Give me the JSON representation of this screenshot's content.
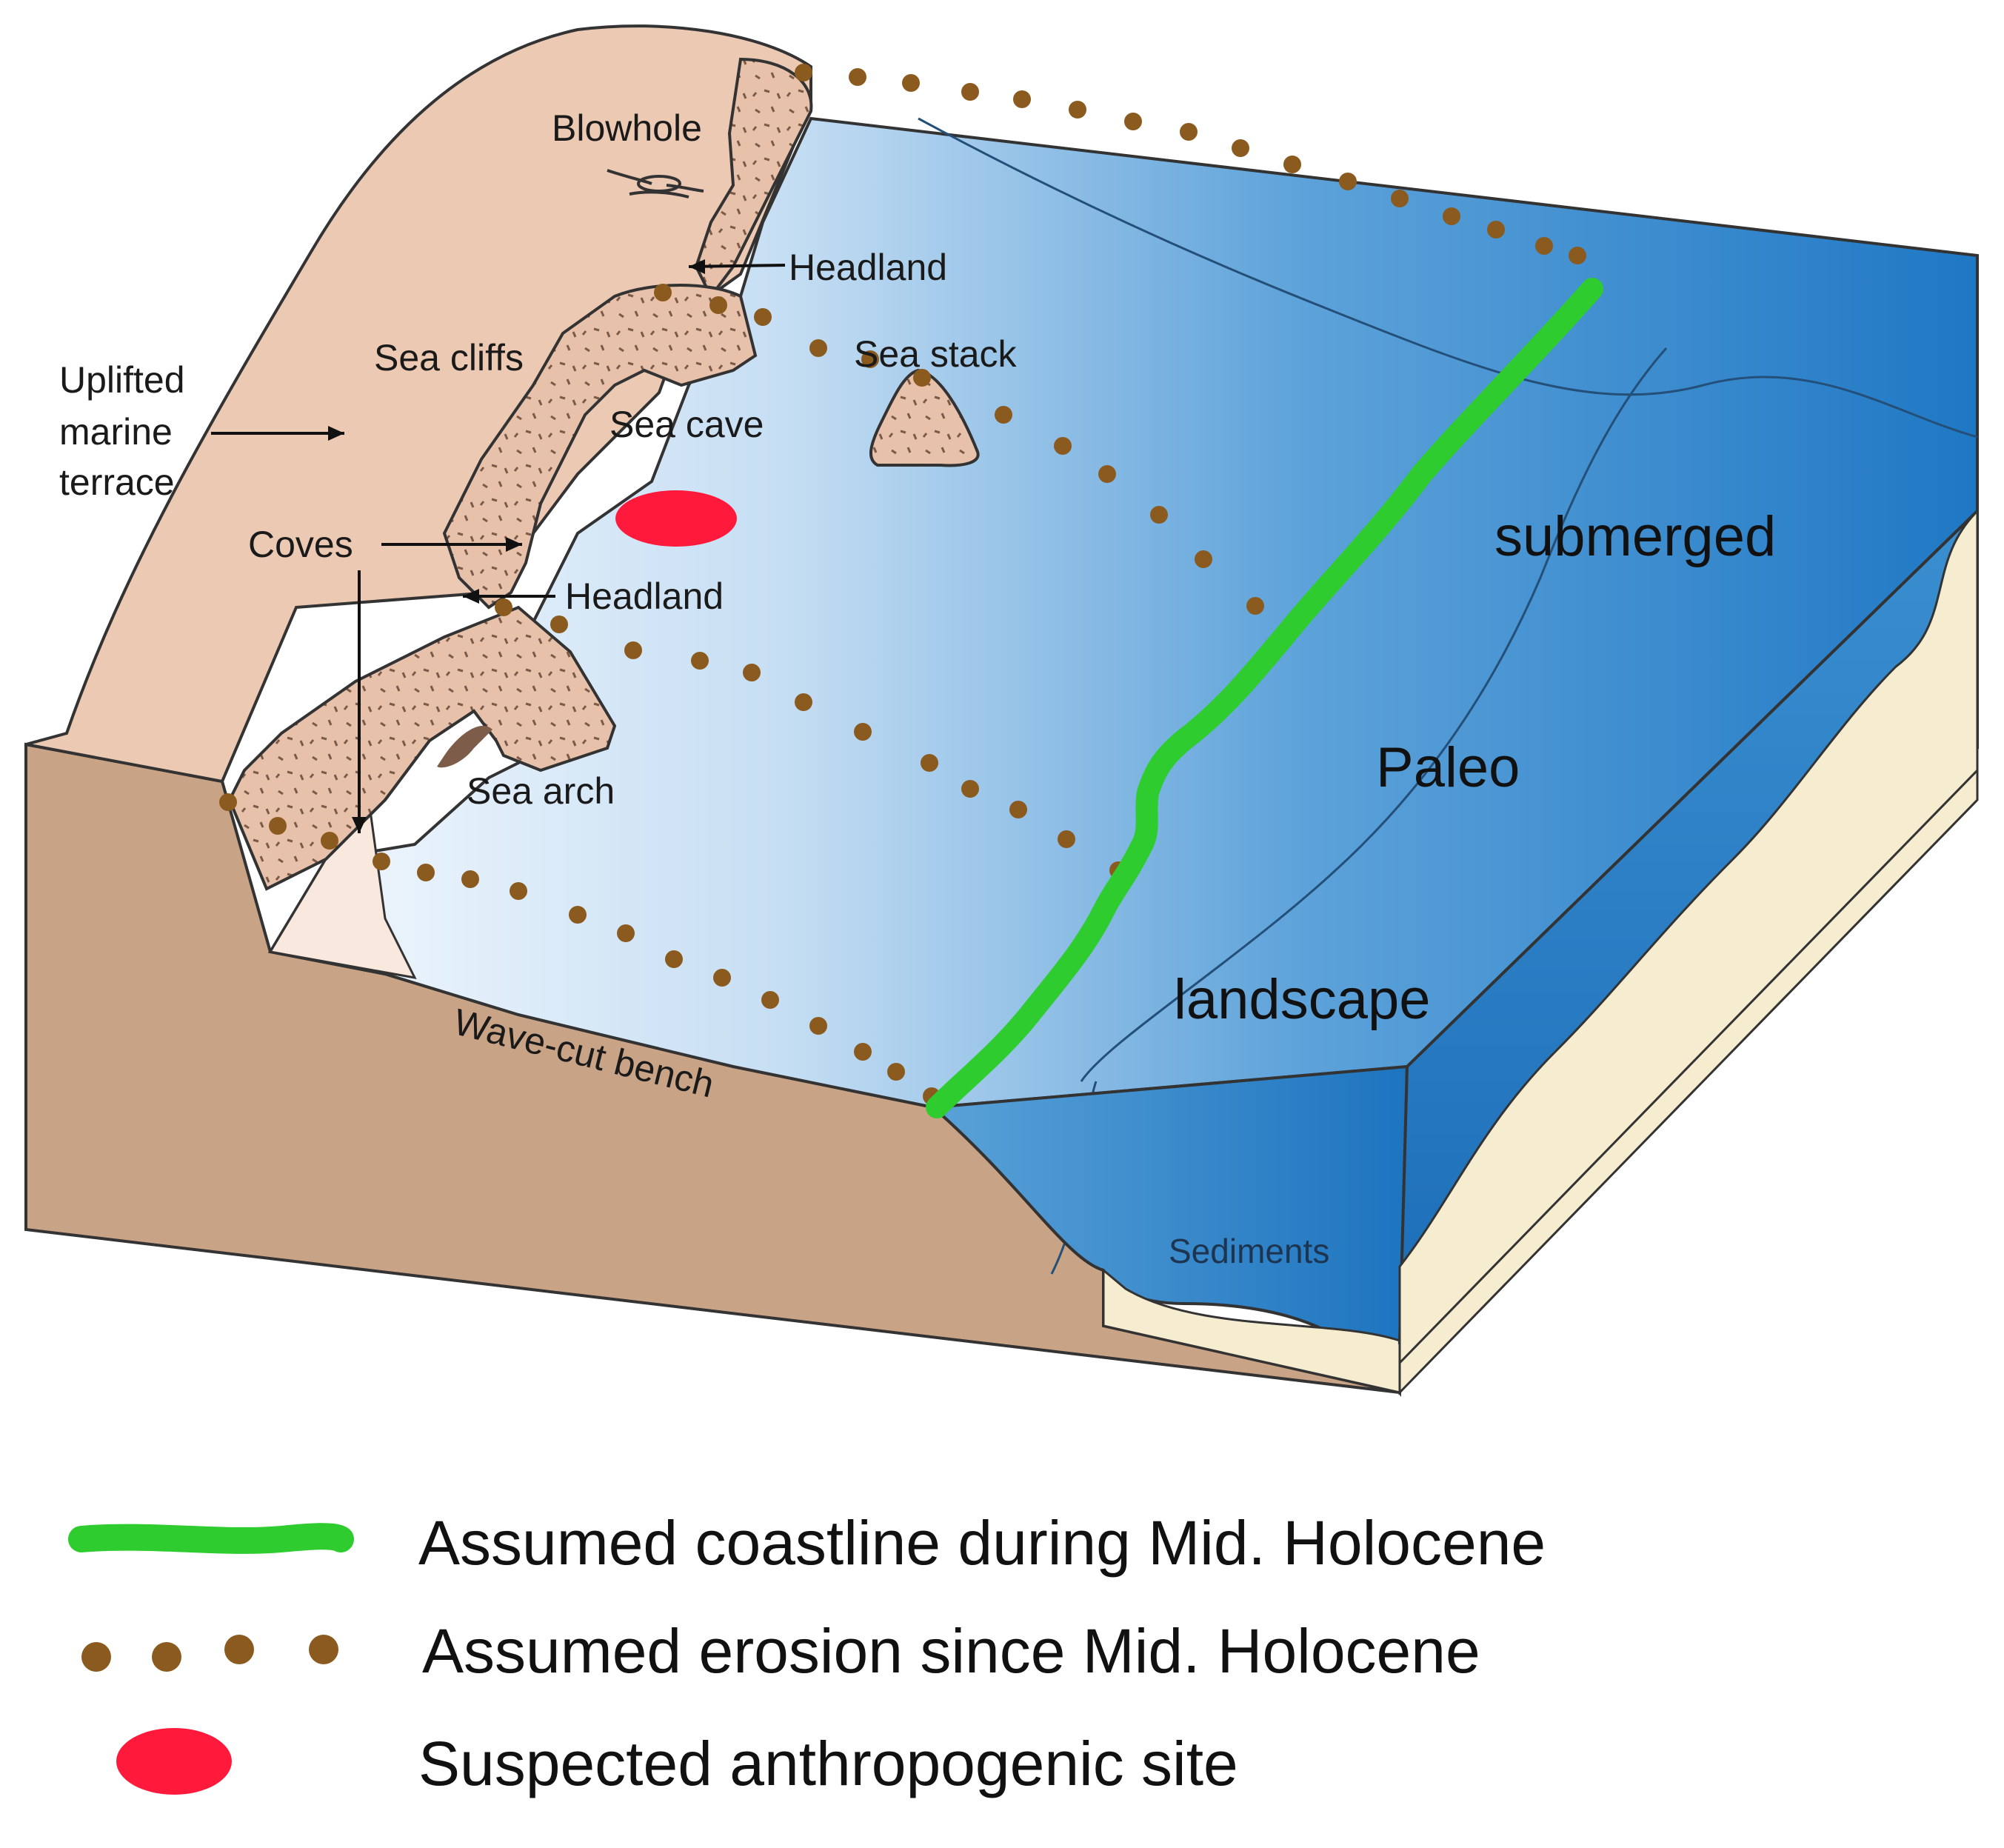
{
  "labels": {
    "blowhole": "Blowhole",
    "headland_top": "Headland",
    "sea_cliffs": "Sea cliffs",
    "uplifted_line1": "Uplifted",
    "uplifted_line2": "marine",
    "uplifted_line3": "terrace",
    "sea_cave": "Sea cave",
    "sea_stack": "Sea stack",
    "coves": "Coves",
    "headland_mid": "Headland",
    "sea_arch": "Sea arch",
    "wave_cut_bench": "Wave-cut bench",
    "submerged": "submerged",
    "paleo": "Paleo",
    "landscape": "landscape",
    "sediments": "Sediments"
  },
  "legend": [
    {
      "symbol": "green-line",
      "text": "Assumed  coastline during Mid. Holocene"
    },
    {
      "symbol": "brown-dots",
      "text": "Assumed erosion since Mid. Holocene"
    },
    {
      "symbol": "red-ellipse",
      "text": "Suspected anthropogenic site"
    }
  ],
  "colors": {
    "coastline": "#2ecc2e",
    "erosion_dots": "#8a5a1e",
    "site": "#ff1a3c",
    "land": "#e9c4ad",
    "block_side": "#c9a385",
    "sea_light": "#e6f2fb",
    "sea_deep": "#1f7cc7",
    "sand": "#f6ecd0"
  }
}
